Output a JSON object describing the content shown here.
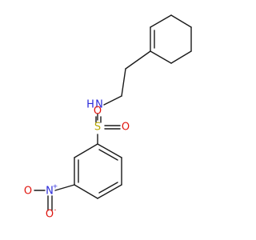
{
  "molecule": {
    "atom_labels": {
      "nitrogen_amine": "N",
      "hydrogen_amine": "H",
      "sulfur": "S",
      "oxygen_s_top": "O",
      "oxygen_s_right": "O",
      "nitrogen_nitro": "N",
      "nitro_n_charge": "+",
      "oxygen_nitro_left": "O",
      "oxygen_nitro_bottom": "O",
      "nitro_o_charge": "-"
    },
    "colors": {
      "bond": "#1a1a1a",
      "nitrogen": "#2b2bd9",
      "sulfur": "#b8a800",
      "oxygen": "#e0150e"
    }
  }
}
